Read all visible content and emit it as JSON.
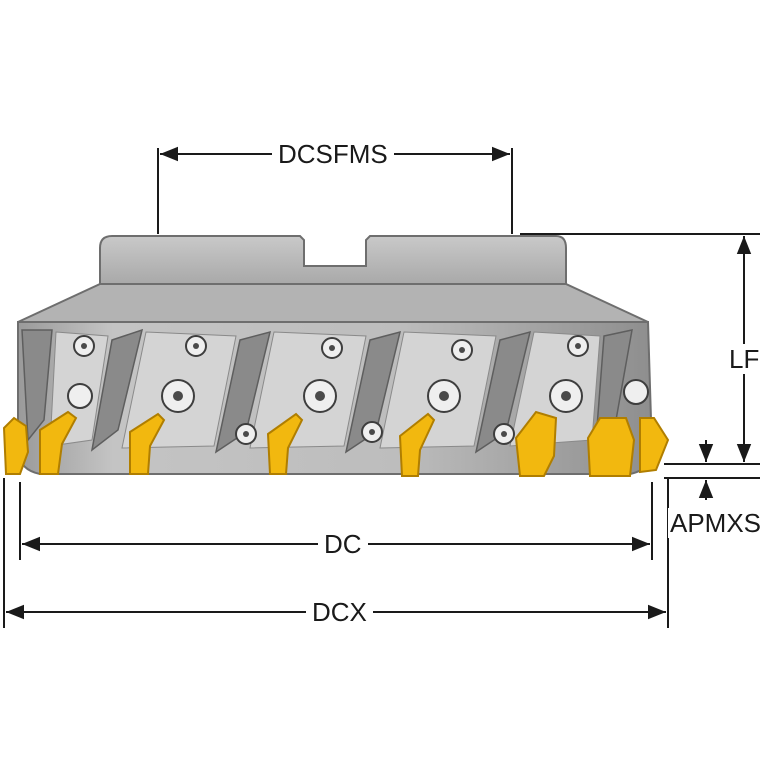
{
  "dimensions": {
    "dcsfms": "DCSFMS",
    "lf": "LF",
    "apmxs": "APMXS",
    "dc": "DC",
    "dcx": "DCX"
  },
  "colors": {
    "body": "#b8b8b8",
    "body_dark": "#7d7d7d",
    "body_light": "#d6d6d6",
    "insert": "#f2b80f",
    "insert_dark": "#c48d05",
    "line": "#1a1a1a"
  }
}
